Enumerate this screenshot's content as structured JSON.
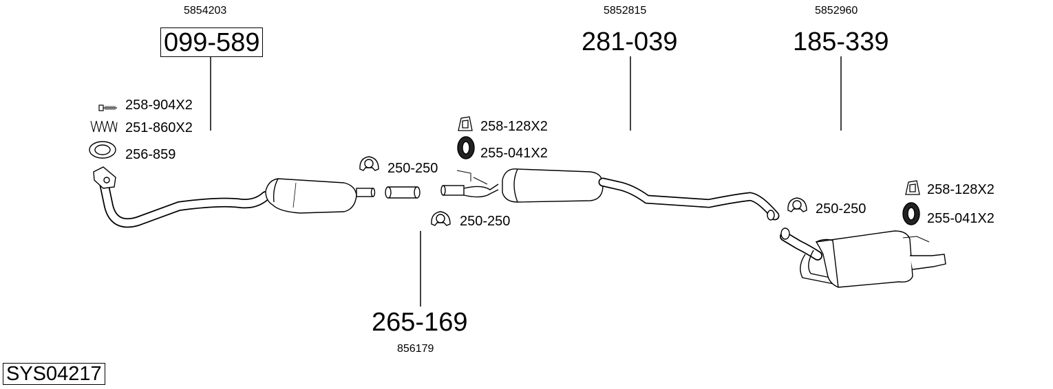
{
  "system_code": "SYS04217",
  "parts": [
    {
      "part_number": "099-589",
      "oem_number": "5854203",
      "boxed": true
    },
    {
      "part_number": "281-039",
      "oem_number": "5852815"
    },
    {
      "part_number": "185-339",
      "oem_number": "5852960"
    },
    {
      "part_number": "265-169",
      "oem_number": "856179"
    }
  ],
  "accessories": {
    "bolt": "258-904X2",
    "spring": "251-860X2",
    "gasket": "256-859",
    "clamp_catalyst": "250-250",
    "clamp_front_pipe": "250-250",
    "mount_mid": "258-128X2",
    "ring_mid": "255-041X2",
    "clamp_rear": "250-250",
    "mount_rear": "258-128X2",
    "ring_rear": "255-041X2"
  }
}
